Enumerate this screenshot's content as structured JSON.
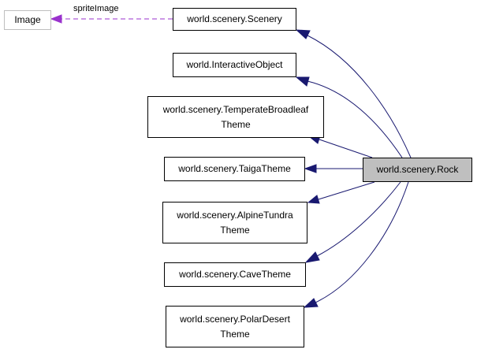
{
  "colors": {
    "inheritance_edge": "#191970",
    "usage_edge": "#9a32cd",
    "node_border": "#000000",
    "external_border": "#bfbfbf",
    "focus_fill": "#bfbfbf"
  },
  "nodes": {
    "image": {
      "label": "Image"
    },
    "scenery": {
      "label": "world.scenery.Scenery"
    },
    "interactive_object": {
      "label": "world.InteractiveObject"
    },
    "temperate_broadleaf": {
      "line1": "world.scenery.TemperateBroadleaf",
      "line2": "Theme"
    },
    "taiga": {
      "label": "world.scenery.TaigaTheme"
    },
    "alpine_tundra": {
      "line1": "world.scenery.AlpineTundra",
      "line2": "Theme"
    },
    "cave": {
      "label": "world.scenery.CaveTheme"
    },
    "polar_desert": {
      "line1": "world.scenery.PolarDesert",
      "line2": "Theme"
    },
    "rock": {
      "label": "world.scenery.Rock"
    }
  },
  "edge_labels": {
    "sprite_image": "spriteImage"
  }
}
